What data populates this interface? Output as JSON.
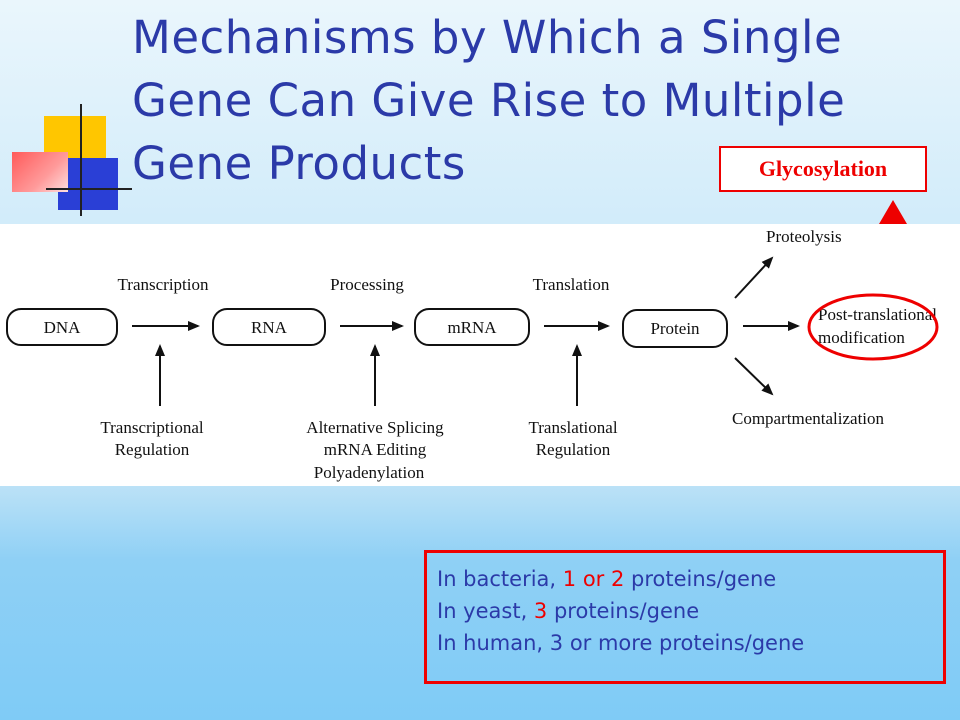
{
  "slide": {
    "title_lines": [
      "Mechanisms by Which a Single",
      "Gene Can Give Rise to Multiple",
      "Gene Products"
    ],
    "glycosylation": "Glycosylation",
    "accent_red": "#ee0000",
    "title_blue": "#2b3aa8"
  },
  "diagram": {
    "nodes": {
      "dna": "DNA",
      "rna": "RNA",
      "mrna": "mRNA",
      "protein": "Protein",
      "post1": "Post-translational",
      "post2": "modification"
    },
    "steps": {
      "transcription": "Transcription",
      "processing": "Processing",
      "translation": "Translation"
    },
    "regulators": {
      "tr1": "Transcriptional",
      "tr2": "Regulation",
      "alt1": "Alternative Splicing",
      "alt2": "mRNA Editing",
      "alt3": "Polyadenylation",
      "tl1": "Translational",
      "tl2": "Regulation"
    },
    "outcomes": {
      "proteolysis": "Proteolysis",
      "compartment": "Compartmentalization"
    }
  },
  "info": {
    "l1_pre": "In bacteria, ",
    "l1_n1": "1",
    "l1_or": " or ",
    "l1_n2": "2",
    "l1_post": " proteins/gene",
    "l2_pre": "In yeast, ",
    "l2_n": "3",
    "l2_post": " proteins/gene",
    "l3": "In human, 3 or more proteins/gene"
  }
}
